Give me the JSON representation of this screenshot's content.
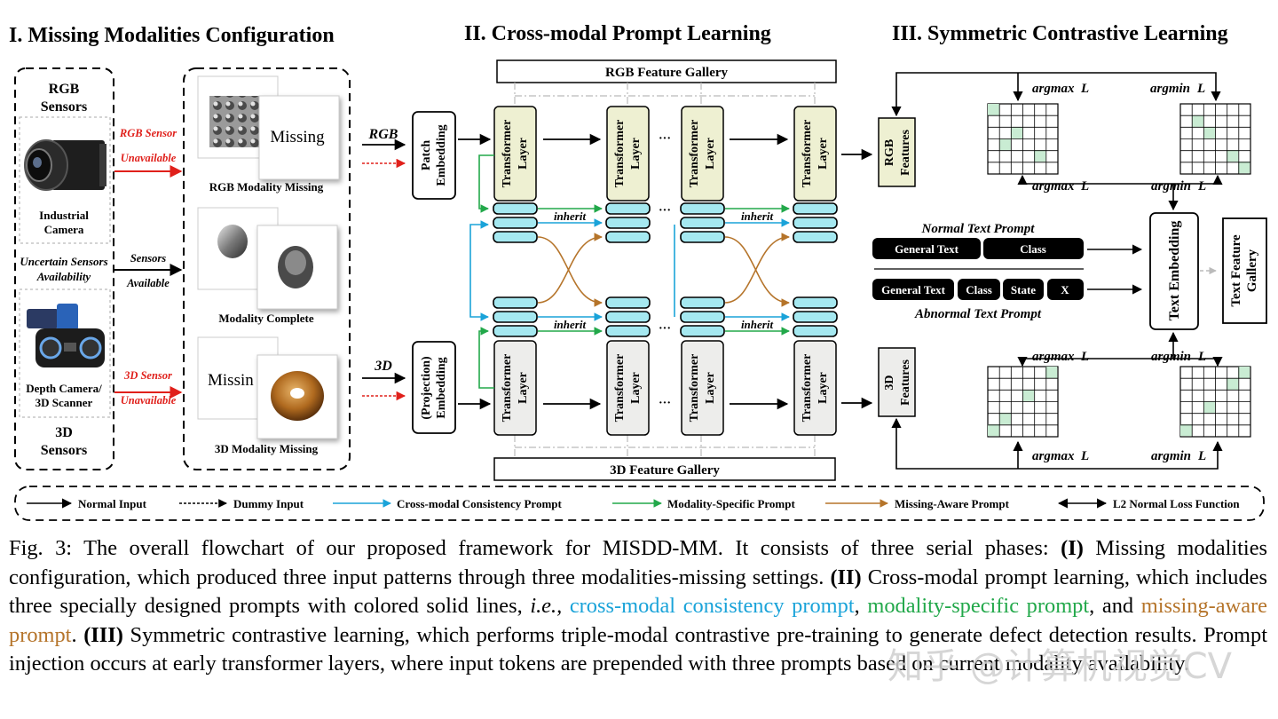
{
  "phases": {
    "p1": "I. Missing Modalities Configuration",
    "p2": "II. Cross-modal Prompt Learning",
    "p3": "III. Symmetric Contrastive Learning"
  },
  "sensors": {
    "rgb_title_1": "RGB",
    "rgb_title_2": "Sensors",
    "industrial_1": "Industrial",
    "industrial_2": "Camera",
    "uncertain_1": "Uncertain Sensors",
    "uncertain_2": "Availability",
    "depth_1": "Depth Camera/",
    "depth_2": "3D Scanner",
    "d3_title_1": "3D",
    "d3_title_2": "Sensors"
  },
  "arrows": {
    "rgb_unavail_1": "RGB Sensor",
    "rgb_unavail_2": "Unavailable",
    "sensors_avail_1": "Sensors",
    "sensors_avail_2": "Available",
    "d3_unavail_1": "3D Sensor",
    "d3_unavail_2": "Unavailable"
  },
  "modalities": {
    "missing_text_1": "Missing",
    "missing_text_2": "Missin",
    "rgb_missing": "RGB Modality Missing",
    "complete": "Modality Complete",
    "d3_missing": "3D Modality Missing"
  },
  "prompt_learning": {
    "rgb_gallery": "RGB Feature Gallery",
    "d3_gallery": "3D Feature Gallery",
    "rgb_input": "RGB",
    "d3_input": "3D",
    "patch_1": "Patch",
    "patch_2": "Embedding",
    "proj_1": "(Projection)",
    "proj_2": "Embedding",
    "tf_1": "Transformer",
    "tf_2": "Layer",
    "ellipsis": "···",
    "inherit": "inherit"
  },
  "contrastive": {
    "rgb_feat_1": "RGB",
    "rgb_feat_2": "Features",
    "d3_feat_1": "3D",
    "d3_feat_2": "Features",
    "argmax": "argmax",
    "argmin": "argmin",
    "L": "L",
    "normal_prompt": "Normal Text Prompt",
    "abnormal_prompt": "Abnormal Text Prompt",
    "general_text": "General Text",
    "class": "Class",
    "state": "State",
    "x": "X",
    "text_embedding": "Text Embedding",
    "tfg_1": "Text Feature",
    "tfg_2": "Gallery"
  },
  "legend": {
    "normal_input": "Normal Input",
    "dummy_input": "Dummy Input",
    "cross_modal": "Cross-modal Consistency Prompt",
    "modality_specific": "Modality-Specific Prompt",
    "missing_aware": "Missing-Aware Prompt",
    "l2": "L2 Normal Loss Function"
  },
  "caption": {
    "lead": "Fig. 3: The overall flowchart of our proposed framework for MISDD-MM. It consists of three serial phases: ",
    "m1": "(I)",
    "t1": " Missing modalities configuration, which produced three input patterns through three modalities-missing settings. ",
    "m2": "(II)",
    "t2": " Cross-modal prompt learning, which includes three specially designed prompts with colored solid lines, ",
    "ie": "i.e.,",
    "sp": " ",
    "cross": "cross-modal consistency prompt",
    "comma1": ", ",
    "spec": "modality-specific prompt",
    "and": ", and ",
    "miss": "missing-aware prompt",
    "dot": ". ",
    "m3": "(III)",
    "t3": " Symmetric contrastive learning, which performs triple-modal contrastive pre-training to generate defect detection results. Prompt injection occurs at early transformer layers, where input tokens are prepended with three prompts based on current modality availability."
  },
  "watermark": "知乎 @计算机视觉CV",
  "colors": {
    "cyan": "#1aa3d9",
    "green": "#22a84a",
    "brown": "#b5742a",
    "red": "#e0201b",
    "tf_rgb": "#eef0d2",
    "tf_3d": "#ededeb",
    "prompt": "#a5e8f0",
    "matrix_hi": "#c9ecd3"
  }
}
